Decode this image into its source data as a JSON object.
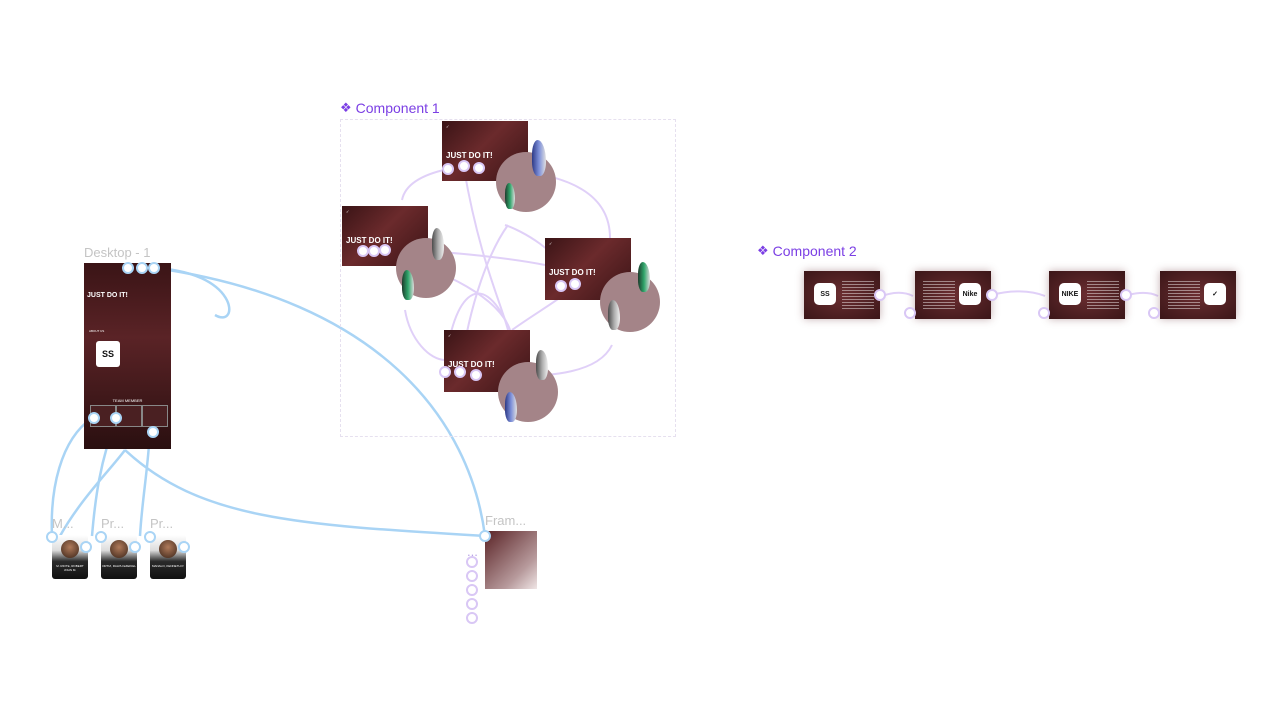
{
  "canvas": {
    "desktop_frame": {
      "label": "Desktop - 1",
      "tagline": "JUST DO IT!",
      "about_heading": "ABOUT US",
      "logo_text": "SS",
      "team_heading": "TEAM MEMBER"
    },
    "component_1": {
      "label": "Component 1",
      "slide_tagline": "JUST DO IT!"
    },
    "component_2": {
      "label": "Component 2",
      "logos": [
        "SS",
        "Nike",
        "NIKE",
        "✓"
      ]
    },
    "members": [
      {
        "label": "M...",
        "name": "M. RIOTE, ROBERT JOHN M."
      },
      {
        "label": "Pr...",
        "name": "ORTIZ, RALPH EZEKIEL"
      },
      {
        "label": "Pr...",
        "name": "MANALO, KENNETH P."
      }
    ],
    "frame": {
      "label": "Fram...",
      "dots": "..."
    }
  },
  "colors": {
    "component_purple": "#7b3fe4",
    "wire_purple": "#d9c7f5",
    "wire_blue": "#a9d4f5",
    "slide_maroon": "#3a1416"
  },
  "icons": {
    "component": "diamond-component-icon"
  }
}
